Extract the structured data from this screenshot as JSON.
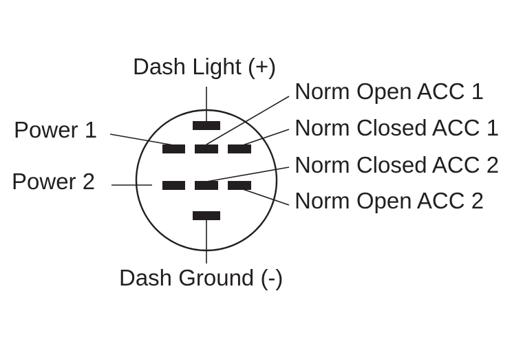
{
  "labels": {
    "dash_light": "Dash Light (+)",
    "norm_open_acc1": "Norm Open ACC 1",
    "norm_closed_acc1": "Norm Closed ACC 1",
    "norm_closed_acc2": "Norm Closed ACC 2",
    "norm_open_acc2": "Norm Open ACC 2",
    "power1": "Power 1",
    "power2": "Power 2",
    "dash_ground": "Dash Ground (-)"
  },
  "colors": {
    "ink": "#231f20",
    "background": "#ffffff"
  }
}
